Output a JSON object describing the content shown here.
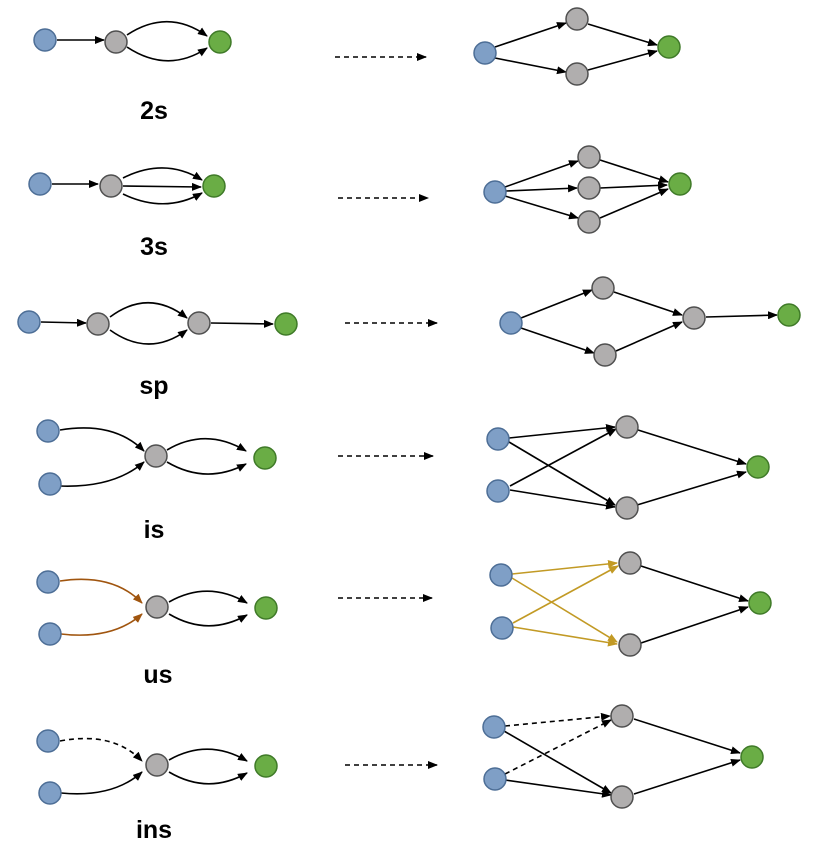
{
  "rows": [
    {
      "label": "2s"
    },
    {
      "label": "3s"
    },
    {
      "label": "sp"
    },
    {
      "label": "is"
    },
    {
      "label": "us"
    },
    {
      "label": "ins"
    }
  ],
  "colors": {
    "source_node": "#7f9fc6",
    "intermediate_node": "#b0aeae",
    "sink_node": "#6aad45",
    "edge": "#000000",
    "us_left_edges": "#a0550f",
    "us_right_edges": "#c29a25"
  }
}
